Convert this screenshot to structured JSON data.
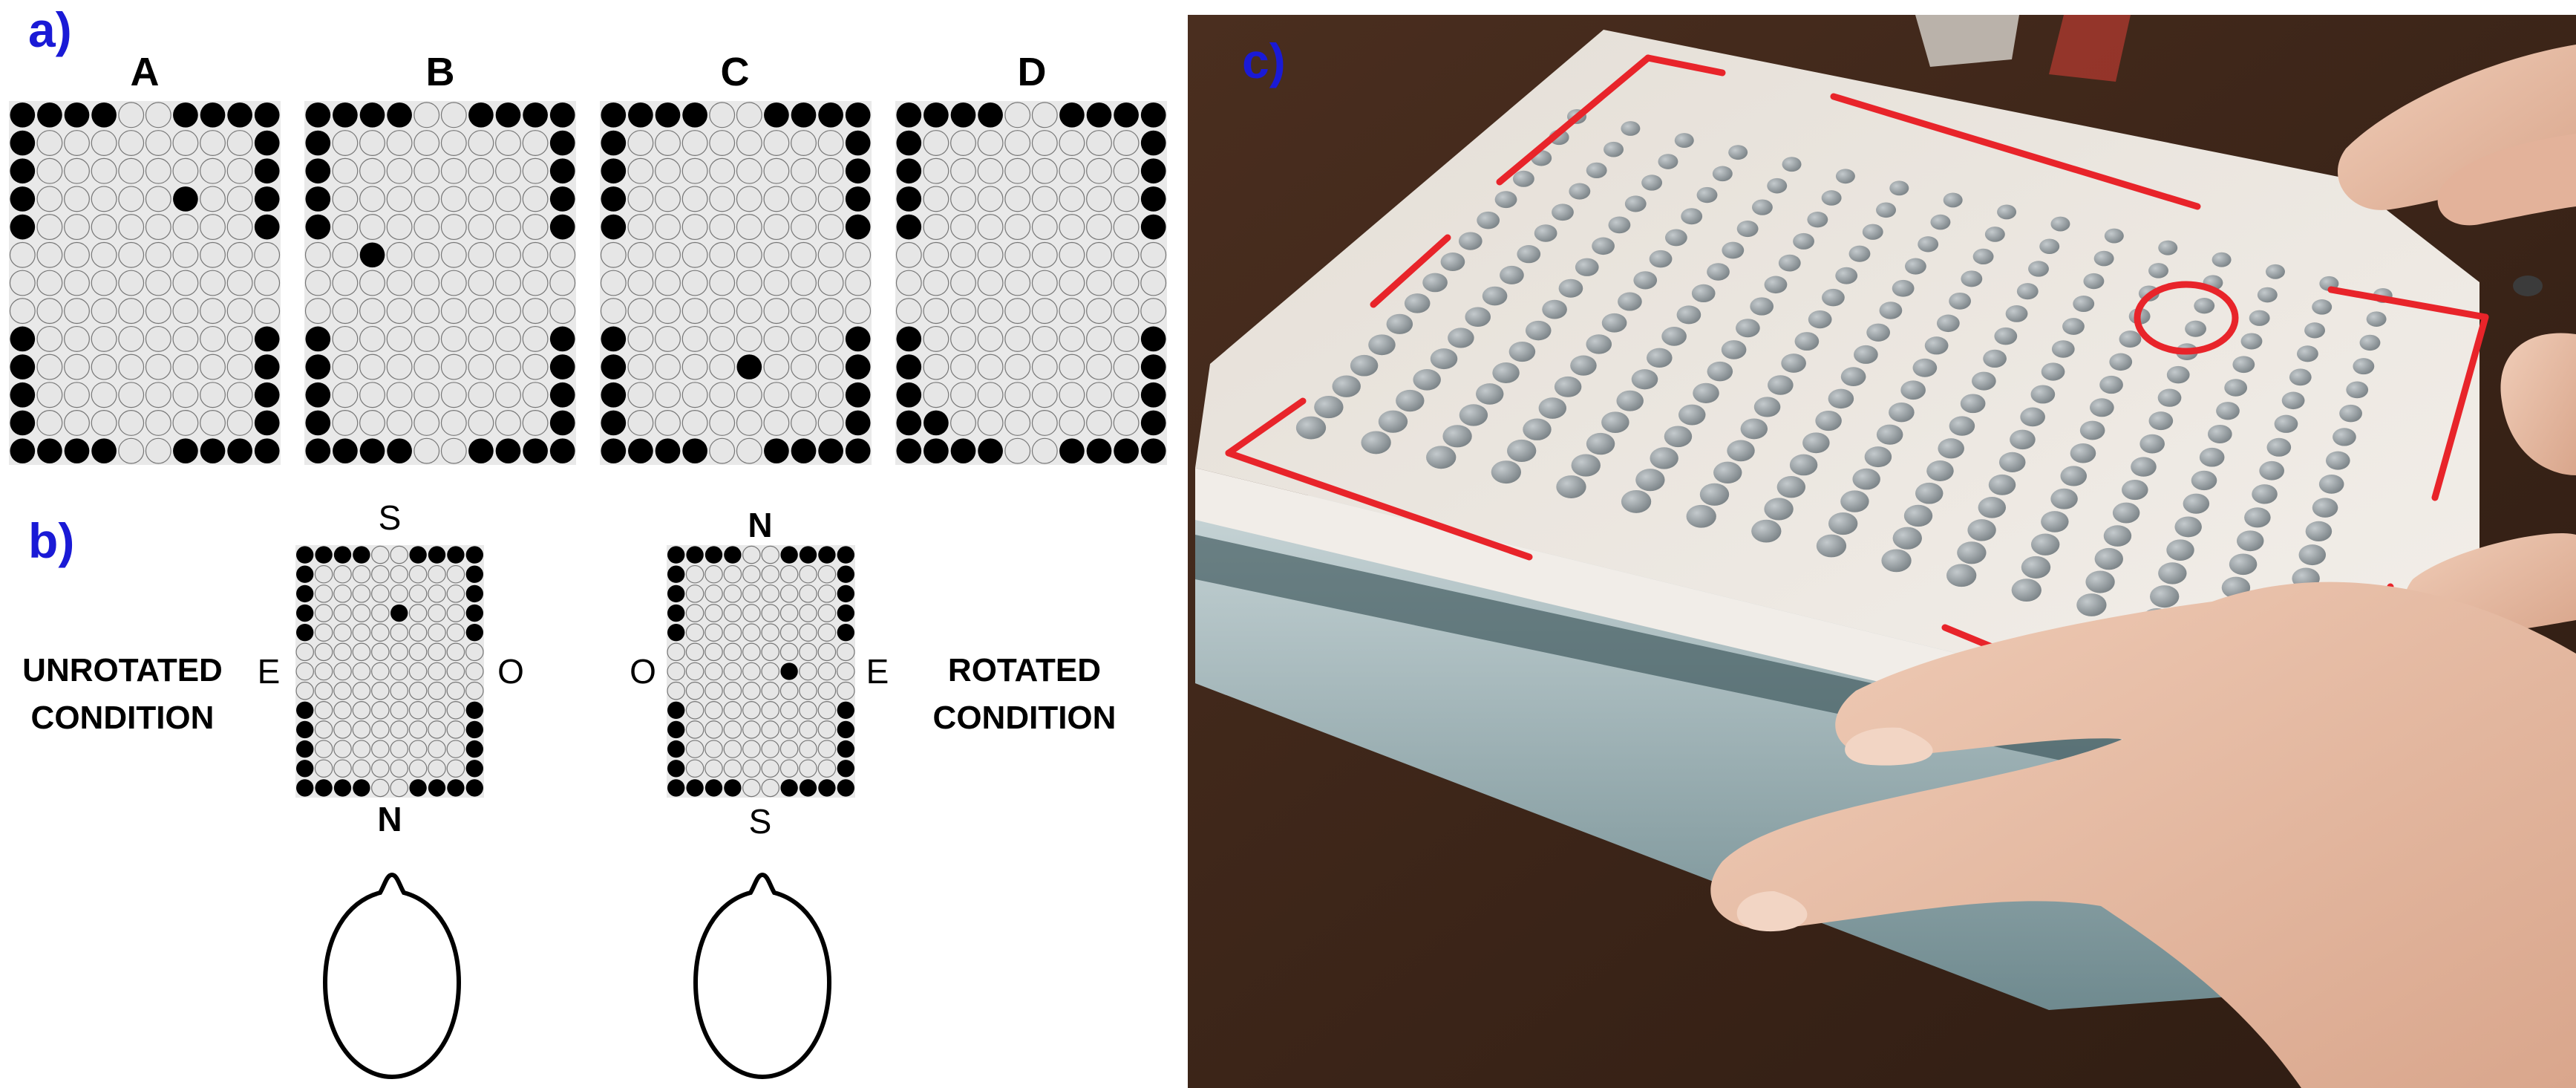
{
  "panels": {
    "a": {
      "label": "a)",
      "grids": [
        {
          "title": "A",
          "target": [
            6,
            3
          ]
        },
        {
          "title": "B",
          "target": [
            2,
            5
          ]
        },
        {
          "title": "C",
          "target": [
            5,
            9
          ]
        },
        {
          "title": "D",
          "target": [
            1,
            11
          ]
        }
      ]
    },
    "b": {
      "label": "b)",
      "unrotated": {
        "top": "S",
        "bottom": "N",
        "left": "E",
        "right": "O",
        "condition_line1": "UNROTATED",
        "condition_line2": "CONDITION",
        "target": [
          5,
          3
        ]
      },
      "rotated": {
        "top": "N",
        "bottom": "S",
        "left": "O",
        "right": "E",
        "condition_line1": "ROTATED",
        "condition_line2": "CONDITION",
        "target": [
          6,
          6
        ]
      }
    },
    "c": {
      "label": "c)"
    }
  },
  "grid_spec": {
    "cols": 10,
    "rows": 13,
    "filled_color": "#000000",
    "empty_fill": "#e6e6e6",
    "empty_stroke": "#777777"
  },
  "photo": {
    "table_color": "#3a2418",
    "device_color": "#efeae3",
    "pin_color": "#8e969a",
    "marker_color": "#e8242a",
    "skin_color": "#e7bfa8"
  }
}
